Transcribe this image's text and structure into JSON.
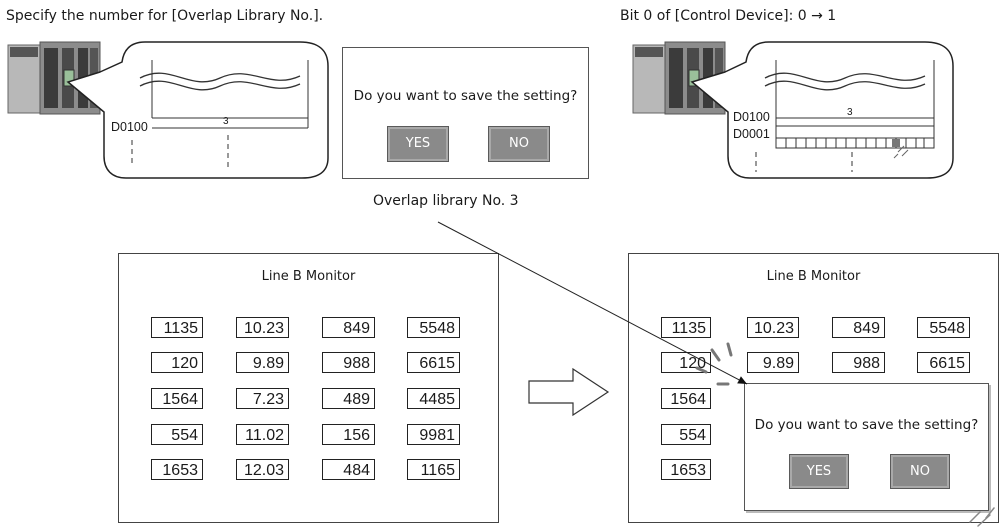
{
  "captions": {
    "left": "Specify the number for [Overlap Library No.].",
    "right": "Bit 0 of [Control Device]: 0 → 1",
    "overlap": "Overlap library No. 3"
  },
  "plc_left": {
    "device": "D0100",
    "value": "3"
  },
  "plc_right": {
    "device1": "D0100",
    "value": "3",
    "device2": "D0001"
  },
  "dialog": {
    "message": "Do you want to save the setting?",
    "yes": "YES",
    "no": "NO"
  },
  "monitor": {
    "title": "Line B Monitor",
    "rows": [
      [
        "1135",
        "10.23",
        "849",
        "5548"
      ],
      [
        "120",
        "9.89",
        "988",
        "6615"
      ],
      [
        "1564",
        "7.23",
        "489",
        "4485"
      ],
      [
        "554",
        "11.02",
        "156",
        "9981"
      ],
      [
        "1653",
        "12.03",
        "484",
        "1165"
      ]
    ]
  },
  "colors": {
    "button": "#8a8a8a",
    "plc_body": "#8c8c8c",
    "border": "#444444"
  }
}
